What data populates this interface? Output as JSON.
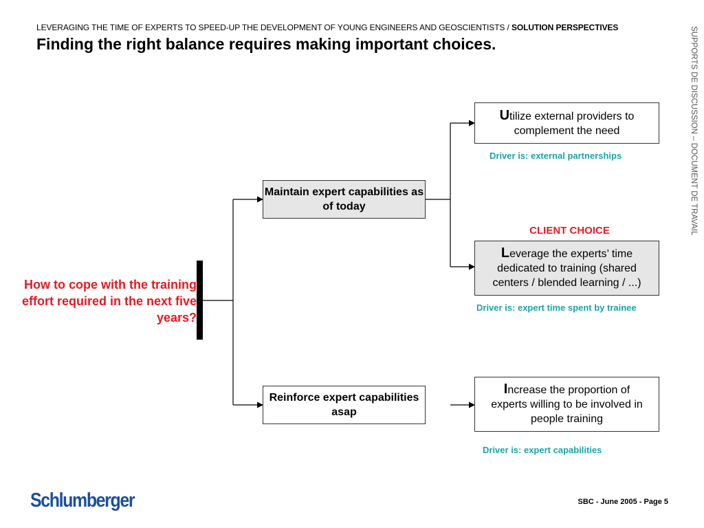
{
  "header": {
    "breadcrumb": "LEVERAGING THE TIME OF EXPERTS TO SPEED-UP THE DEVELOPMENT OF YOUNG ENGINEERS AND GEOSCIENTISTS / ",
    "section": "SOLUTION PERSPECTIVES",
    "title": "Finding the right balance requires making important choices."
  },
  "side_label": "SUPPORTS DE DISCUSSION – DOCUMENT DE TRAVAIL",
  "question": "How to cope with the training effort required in the next five years?",
  "branches": {
    "maintain": "Maintain expert capabilities as of today",
    "reinforce": "Reinforce expert capabilities asap"
  },
  "options": {
    "utilize": {
      "initial": "U",
      "text": "tilize external providers to complement the need",
      "driver": "Driver is: external partnerships"
    },
    "leverage": {
      "initial": "L",
      "text": "everage the experts’ time dedicated to training (shared centers / blended learning / ...)",
      "driver": "Driver is: expert time spent by trainee"
    },
    "increase": {
      "initial": "I",
      "text": "ncrease the proportion of experts willing to be involved in people training",
      "driver": "Driver is: expert capabilities"
    }
  },
  "client_choice": "CLIENT CHOICE",
  "footer": {
    "logo": "Schlumberger",
    "page": "SBC - June 2005 - Page 5"
  },
  "colors": {
    "accent_red": "#e31b23",
    "driver_teal": "#19a3a8",
    "logo_blue": "#1e4f9c",
    "shaded_box": "#e6e6e6"
  }
}
